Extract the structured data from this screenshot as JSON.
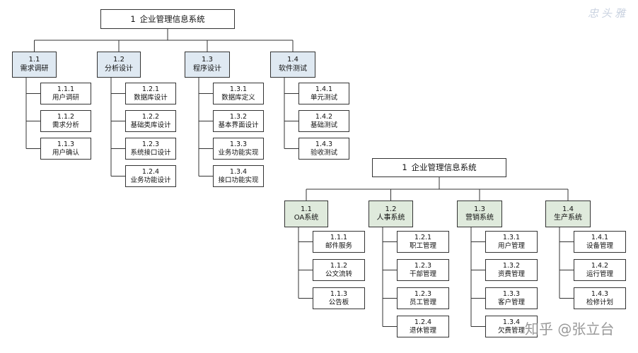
{
  "signature": "忠头雅",
  "watermark": "知乎 @张立台",
  "diagrams": [
    {
      "root": {
        "num": "1",
        "label": "企业管理信息系统"
      },
      "branches": [
        {
          "num": "1.1",
          "label": "需求调研",
          "children": [
            {
              "num": "1.1.1",
              "label": "用户调研"
            },
            {
              "num": "1.1.2",
              "label": "需求分析"
            },
            {
              "num": "1.1.3",
              "label": "用户确认"
            }
          ]
        },
        {
          "num": "1.2",
          "label": "分析设计",
          "children": [
            {
              "num": "1.2.1",
              "label": "数据库设计"
            },
            {
              "num": "1.2.2",
              "label": "基础类库设计"
            },
            {
              "num": "1.2.3",
              "label": "系统接口设计"
            },
            {
              "num": "1.2.4",
              "label": "业务功能设计"
            }
          ]
        },
        {
          "num": "1.3",
          "label": "程序设计",
          "children": [
            {
              "num": "1.3.1",
              "label": "数据库定义"
            },
            {
              "num": "1.3.2",
              "label": "基本界面设计"
            },
            {
              "num": "1.3.3",
              "label": "业务功能实现"
            },
            {
              "num": "1.3.4",
              "label": "接口功能实现"
            }
          ]
        },
        {
          "num": "1.4",
          "label": "软件测试",
          "children": [
            {
              "num": "1.4.1",
              "label": "单元测试"
            },
            {
              "num": "1.4.2",
              "label": "基础测试"
            },
            {
              "num": "1.4.3",
              "label": "验收测试"
            }
          ]
        }
      ]
    },
    {
      "root": {
        "num": "1",
        "label": "企业管理信息系统"
      },
      "branches": [
        {
          "num": "1.1",
          "label": "OA系统",
          "children": [
            {
              "num": "1.1.1",
              "label": "邮件服务"
            },
            {
              "num": "1.1.2",
              "label": "公文流转"
            },
            {
              "num": "1.1.3",
              "label": "公告板"
            }
          ]
        },
        {
          "num": "1.2",
          "label": "人事系统",
          "children": [
            {
              "num": "1.2.1",
              "label": "职工管理"
            },
            {
              "num": "1.2.3",
              "label": "干部管理"
            },
            {
              "num": "1.2.3",
              "label": "员工管理"
            },
            {
              "num": "1.2.4",
              "label": "退休管理"
            }
          ]
        },
        {
          "num": "1.3",
          "label": "营销系统",
          "children": [
            {
              "num": "1.3.1",
              "label": "用户管理"
            },
            {
              "num": "1.3.2",
              "label": "资费管理"
            },
            {
              "num": "1.3.3",
              "label": "客户管理"
            },
            {
              "num": "1.3.4",
              "label": "欠费管理"
            }
          ]
        },
        {
          "num": "1.4",
          "label": "生产系统",
          "children": [
            {
              "num": "1.4.1",
              "label": "设备管理"
            },
            {
              "num": "1.4.2",
              "label": "运行管理"
            },
            {
              "num": "1.4.3",
              "label": "检修计划"
            }
          ]
        }
      ]
    }
  ]
}
